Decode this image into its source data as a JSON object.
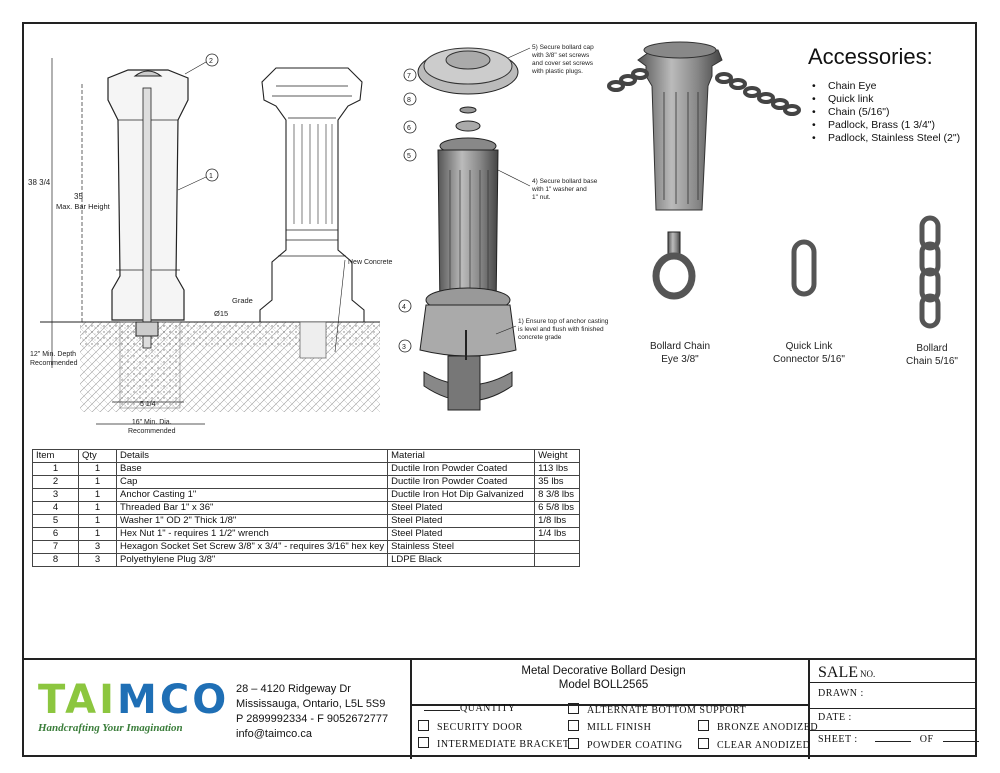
{
  "drawing": {
    "dim_overall": "38 3/4",
    "dim_bar": "35",
    "dim_bar_label": "Max. Bar Height",
    "dim_depth": "12\" Min. Depth",
    "dim_depth_label": "Recommended",
    "dim_width": "5 1/4",
    "dim_dia": "16\" Min. Dia.",
    "dim_dia_label": "Recommended",
    "grade_label": "Grade",
    "dim_15": "Ø15",
    "new_concrete": "New Concrete",
    "callouts": [
      "1",
      "2",
      "3",
      "4",
      "5",
      "6",
      "7",
      "8"
    ],
    "note5": [
      "5) Secure bollard cap",
      "with 3/8\" set screws",
      "and cover set screws",
      "with plastic plugs."
    ],
    "note4": [
      "4) Secure bollard base",
      "with 1\" washer and",
      "1\" nut."
    ],
    "note1": [
      "1) Ensure top of anchor casting",
      "is level and flush with finished",
      "concrete grade"
    ]
  },
  "accessories": {
    "title": "Accessories:",
    "items": [
      "Chain Eye",
      "Quick link",
      "Chain (5/16\")",
      "Padlock, Brass (1 3/4\")",
      "Padlock, Stainless Steel (2\")"
    ],
    "captions": [
      {
        "line1": "Bollard Chain",
        "line2": "Eye 3/8\""
      },
      {
        "line1": "Quick Link",
        "line2": "Connector 5/16\""
      },
      {
        "line1": "Bollard",
        "line2": "Chain 5/16\""
      }
    ]
  },
  "parts_table": {
    "headers": [
      "Item",
      "Qty",
      "Details",
      "Material",
      "Weight"
    ],
    "rows": [
      [
        "1",
        "1",
        "Base",
        "Ductile Iron Powder Coated",
        "113 lbs"
      ],
      [
        "2",
        "1",
        "Cap",
        "Ductile Iron Powder Coated",
        "35 lbs"
      ],
      [
        "3",
        "1",
        "Anchor Casting 1\"",
        "Ductile Iron Hot Dip Galvanized",
        "8 3/8 lbs"
      ],
      [
        "4",
        "1",
        "Threaded Bar 1\" x 36\"",
        "Steel Plated",
        "6 5/8 lbs"
      ],
      [
        "5",
        "1",
        "Washer 1\" OD 2\" Thick 1/8\"",
        "Steel Plated",
        "1/8 lbs"
      ],
      [
        "6",
        "1",
        "Hex Nut 1\" - requires 1 1/2\" wrench",
        "Steel Plated",
        "1/4 lbs"
      ],
      [
        "7",
        "3",
        "Hexagon Socket Set Screw 3/8\" x 3/4\" - requires 3/16\" hex key",
        "Stainless Steel",
        ""
      ],
      [
        "8",
        "3",
        "Polyethylene Plug 3/8\"",
        "LDPE Black",
        ""
      ]
    ]
  },
  "company": {
    "logo_text": "TAIMCO",
    "tagline": "Handcrafting Your Imagination",
    "address1": "28 – 4120 Ridgeway Dr",
    "address2": "Mississauga, Ontario, L5L 5S9",
    "phone": "P 2899992334 - F 9052672777",
    "email": "info@taimco.ca",
    "colors": {
      "green": "#8cc63f",
      "blue": "#1f6fb5"
    }
  },
  "project": {
    "title": "Metal Decorative Bollard Design",
    "model": "Model BOLL2565"
  },
  "options": {
    "quantity": "QUANTITY",
    "alternate_bottom": "ALTERNATE BOTTOM SUPPORT",
    "security_door": "SECURITY DOOR",
    "mill_finish": "MILL FINISH",
    "bronze": "BRONZE ANODIZED",
    "intermediate": "INTERMEDIATE BRACKET",
    "powder": "POWDER COATING",
    "clear": "CLEAR ANODIZED"
  },
  "title_block": {
    "sale": "SALE",
    "no": "NO.",
    "drawn": "DRAWN :",
    "date": "DATE :",
    "sheet": "SHEET :",
    "of": "OF"
  }
}
